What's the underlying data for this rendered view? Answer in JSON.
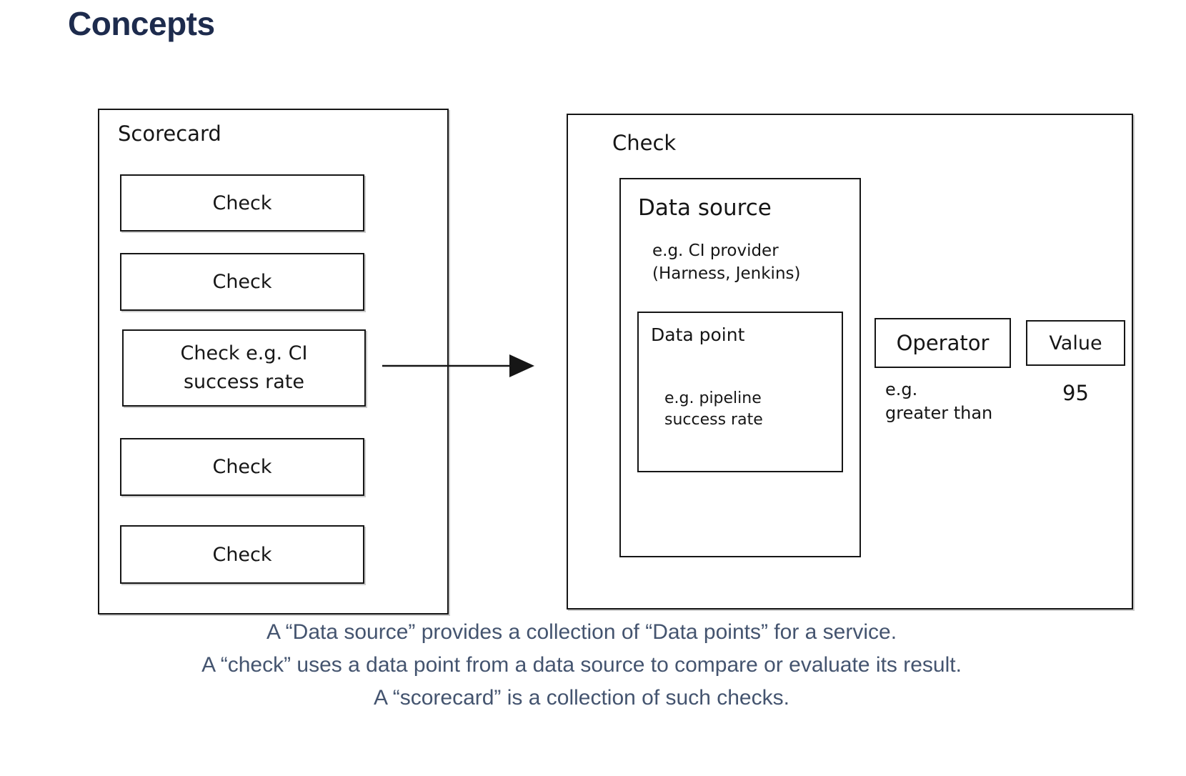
{
  "page": {
    "title": "Concepts"
  },
  "colors": {
    "title_text": "#1D2B4D",
    "caption_text": "#44546F",
    "diagram_stroke": "#161616",
    "background": "#FFFFFF"
  },
  "scorecard": {
    "label": "Scorecard",
    "checks": [
      {
        "label": "Check"
      },
      {
        "label": "Check"
      },
      {
        "label": "Check e.g. CI success rate"
      },
      {
        "label": "Check"
      },
      {
        "label": "Check"
      }
    ]
  },
  "check_detail": {
    "label": "Check",
    "data_source": {
      "label": "Data source",
      "example_lines": [
        "e.g. CI provider",
        "(Harness, Jenkins)"
      ],
      "data_point": {
        "label": "Data point",
        "example_lines": [
          "e.g. pipeline",
          "success rate"
        ]
      }
    },
    "operator": {
      "label": "Operator",
      "example_lines": [
        "e.g.",
        "greater than"
      ]
    },
    "value": {
      "label": "Value",
      "example": "95"
    }
  },
  "captions": [
    "A “Data source” provides a collection of “Data points” for a service.",
    "A “check” uses a data point from a data source to compare or evaluate its result.",
    "A “scorecard” is a collection of such checks."
  ]
}
